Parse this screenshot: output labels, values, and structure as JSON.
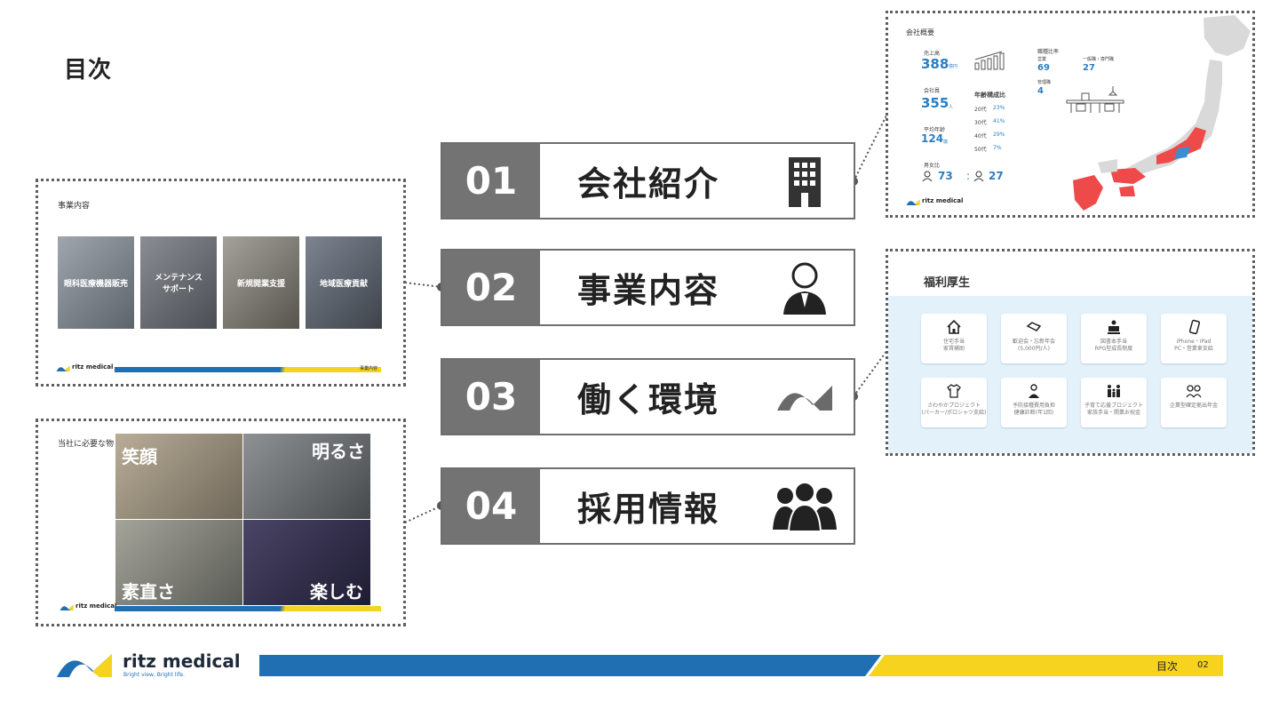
{
  "page": {
    "title": "目次",
    "footer_label": "目次",
    "page_number": "02"
  },
  "brand": {
    "name": "ritz medical",
    "tagline": "Bright view, Bright life.",
    "blue": "#1f6fb2",
    "yellow": "#f5d31f",
    "gray": "#737373"
  },
  "menu": [
    {
      "num": "01",
      "label": "会社紹介",
      "icon": "building-icon"
    },
    {
      "num": "02",
      "label": "事業内容",
      "icon": "businessman-icon"
    },
    {
      "num": "03",
      "label": "働く環境",
      "icon": "ritz-logo-icon"
    },
    {
      "num": "04",
      "label": "採用情報",
      "icon": "people-group-icon"
    }
  ],
  "business": {
    "title": "事業内容",
    "items": [
      "眼科医療機器販売",
      "メンテナンス\nサポート",
      "新規開業支援",
      "地域医療貢献"
    ],
    "footer_label": "事業内容"
  },
  "culture": {
    "title": "当社に必要な物",
    "words": [
      "笑顔",
      "明るさ",
      "素直さ",
      "楽しむ"
    ]
  },
  "company": {
    "title": "会社概要",
    "sales_label": "売上高",
    "sales_value": "388",
    "sales_unit": "億円",
    "employees_label": "会社員",
    "employees_value": "355",
    "employees_unit": "人",
    "avg_age_label": "平均年齢",
    "avg_age_value": "124",
    "avg_age_unit": "歳",
    "ratio_label": "男女比",
    "male_value": "73",
    "female_value": "27",
    "ratio_unit": "%",
    "age_title": "年齢構成比",
    "age_rows": [
      {
        "age": "20代",
        "pct": "23%"
      },
      {
        "age": "30代",
        "pct": "41%"
      },
      {
        "age": "40代",
        "pct": "29%"
      },
      {
        "age": "50代",
        "pct": "7%"
      }
    ],
    "jobs_label": "職種比率",
    "jobs": [
      {
        "name": "営業",
        "value": "69",
        "unit": "%"
      },
      {
        "name": "一般職・専門職",
        "value": "27",
        "unit": "%"
      },
      {
        "name": "管理職",
        "value": "4",
        "unit": "%"
      }
    ]
  },
  "benefits": {
    "title": "福利厚生",
    "tiles": [
      {
        "icon": "house-icon",
        "text": "住宅手当\n家賃補助"
      },
      {
        "icon": "handshake-icon",
        "text": "歓迎会・忘新年会\n(5,000円/人)"
      },
      {
        "icon": "reading-icon",
        "text": "図書本手当\nRPG型成長制度"
      },
      {
        "icon": "smartphone-icon",
        "text": "iPhone・iPad\nPC・営業車支給"
      },
      {
        "icon": "shirt-icon",
        "text": "さわやかプロジェクト\n(パーカー/ポロシャツ支給)"
      },
      {
        "icon": "doctor-icon",
        "text": "予防接種費用負担\n健康診断(年1回)"
      },
      {
        "icon": "family-icon",
        "text": "子育て応援プロジェクト\n家族手当・開業お祝金"
      },
      {
        "icon": "couple-icon",
        "text": "企業型確定拠出年金"
      }
    ]
  }
}
